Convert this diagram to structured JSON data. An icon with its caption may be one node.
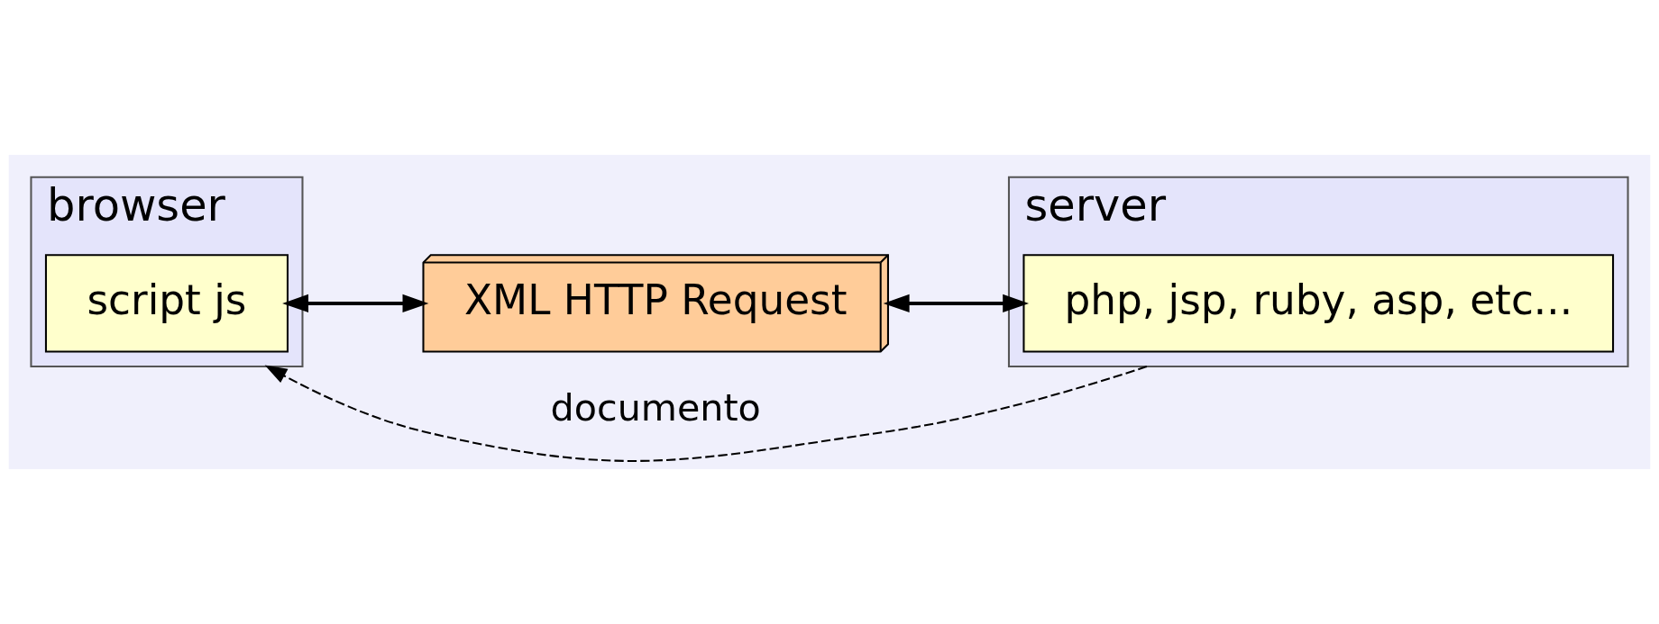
{
  "diagram": {
    "nodes": [
      {
        "text": [
          "browser"
        ]
      },
      {
        "text": [
          "script js"
        ],
        "in": 0
      },
      {
        "text": [
          "XML HTTP Request"
        ]
      },
      {
        "text": [
          "server"
        ]
      },
      {
        "text": [
          "php, jsp, ruby, asp, etc..."
        ],
        "in": 3
      }
    ],
    "edges": [
      {
        "from": 1,
        "to": 2,
        "arrow": "both"
      },
      {
        "from": 2,
        "to": 4,
        "arrow": "both"
      },
      {
        "from": 3,
        "to": 0,
        "arrow": "to",
        "label": "documento",
        "style": "dashed"
      }
    ]
  }
}
